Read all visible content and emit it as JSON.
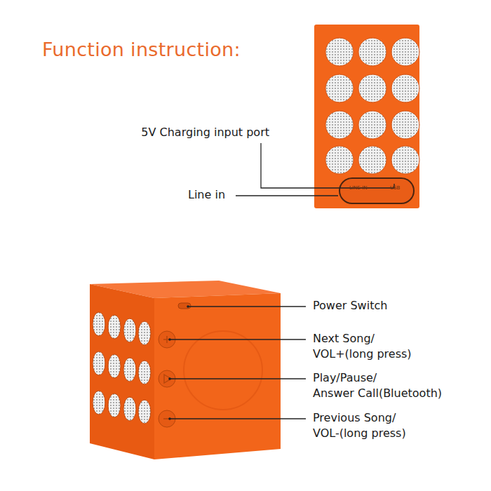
{
  "diagram": {
    "title": "Function instruction:",
    "labels": [
      "LINE-IN",
      "USB",
      "5V Charging input port",
      "Line in",
      "Power Switch",
      "Next Song/ VOL+(long press)",
      "Play/Pause/ Answer Call(Bluetooth)",
      "Previous Song/ VOL-(long press)"
    ]
  }
}
